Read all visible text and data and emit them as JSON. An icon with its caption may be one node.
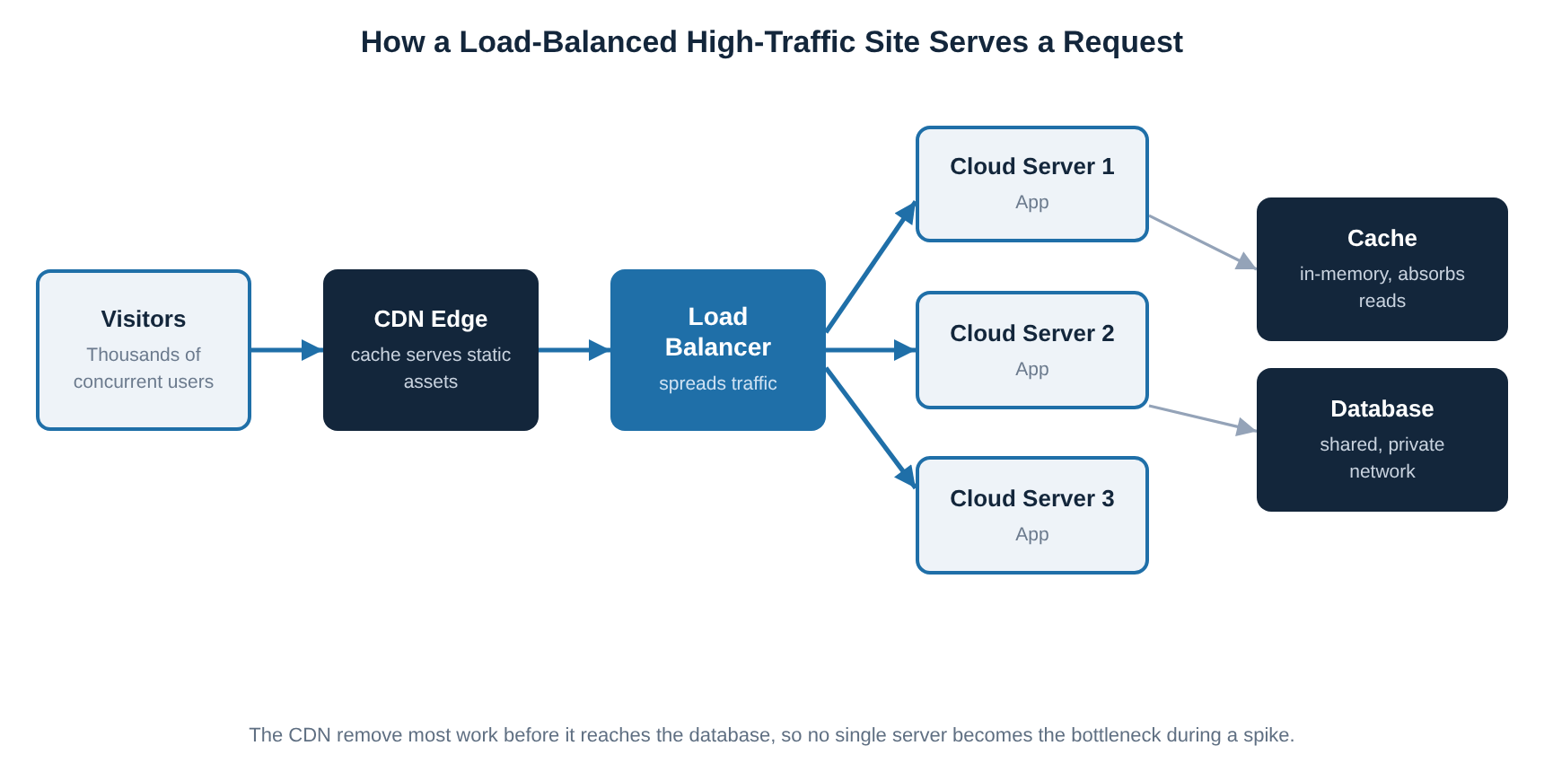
{
  "diagram": {
    "title": "How a Load-Balanced High-Traffic Site Serves a Request",
    "caption": "The CDN remove most work before it reaches the database, so no single server becomes the bottleneck during a spike.",
    "nodes": [
      {
        "text": [
          "Visitors",
          "Thousands of concurrent users"
        ]
      },
      {
        "text": [
          "CDN Edge",
          "cache serves static assets"
        ]
      },
      {
        "text": [
          "Load Balancer",
          "spreads traffic"
        ]
      },
      {
        "text": [
          "Cloud Server 1",
          "App"
        ]
      },
      {
        "text": [
          "Cloud Server 2",
          "App"
        ]
      },
      {
        "text": [
          "Cloud Server 3",
          "App"
        ]
      },
      {
        "text": [
          "Cache",
          "in-memory, absorbs reads"
        ]
      },
      {
        "text": [
          "Database",
          "shared, private network"
        ]
      }
    ],
    "edges": [
      {
        "from": 0,
        "to": 1,
        "arrow": "to"
      },
      {
        "from": 1,
        "to": 2,
        "arrow": "to"
      },
      {
        "from": 2,
        "to": 3,
        "arrow": "to"
      },
      {
        "from": 2,
        "to": 4,
        "arrow": "to"
      },
      {
        "from": 2,
        "to": 5,
        "arrow": "to"
      },
      {
        "from": 3,
        "to": 6,
        "arrow": "to",
        "color": "#94a3b8"
      },
      {
        "from": 4,
        "to": 7,
        "arrow": "to",
        "color": "#94a3b8"
      }
    ]
  }
}
